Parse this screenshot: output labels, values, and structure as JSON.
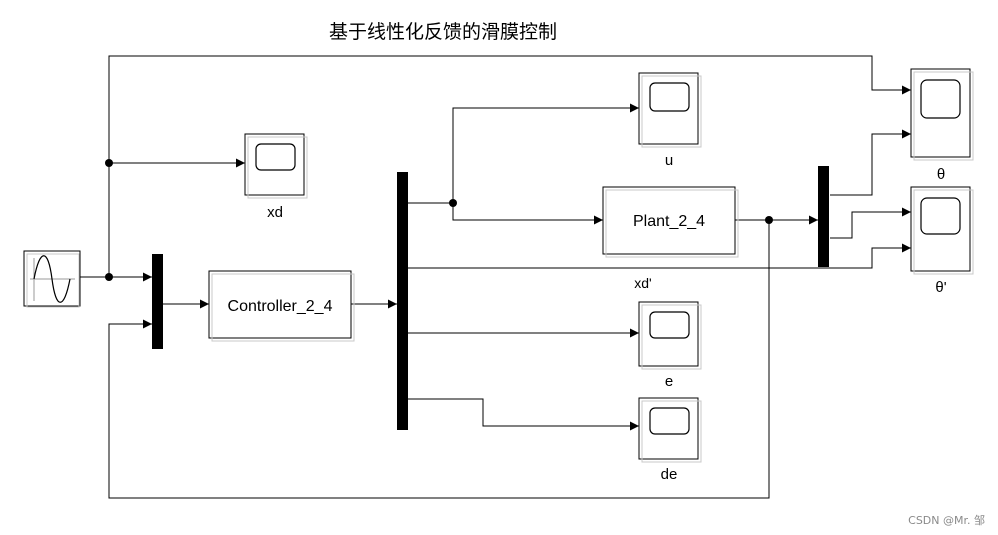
{
  "diagram": {
    "title": "基于线性化反馈的滑膜控制",
    "blocks": {
      "controller": "Controller_2_4",
      "plant": "Plant_2_4"
    },
    "scopes": {
      "xd": "xd",
      "u": "u",
      "theta": "θ",
      "theta_dot": "θ'",
      "e": "e",
      "de": "de"
    },
    "signal_labels": {
      "xd_prime": "xd'"
    }
  },
  "watermark": "CSDN @Mr. 邹"
}
